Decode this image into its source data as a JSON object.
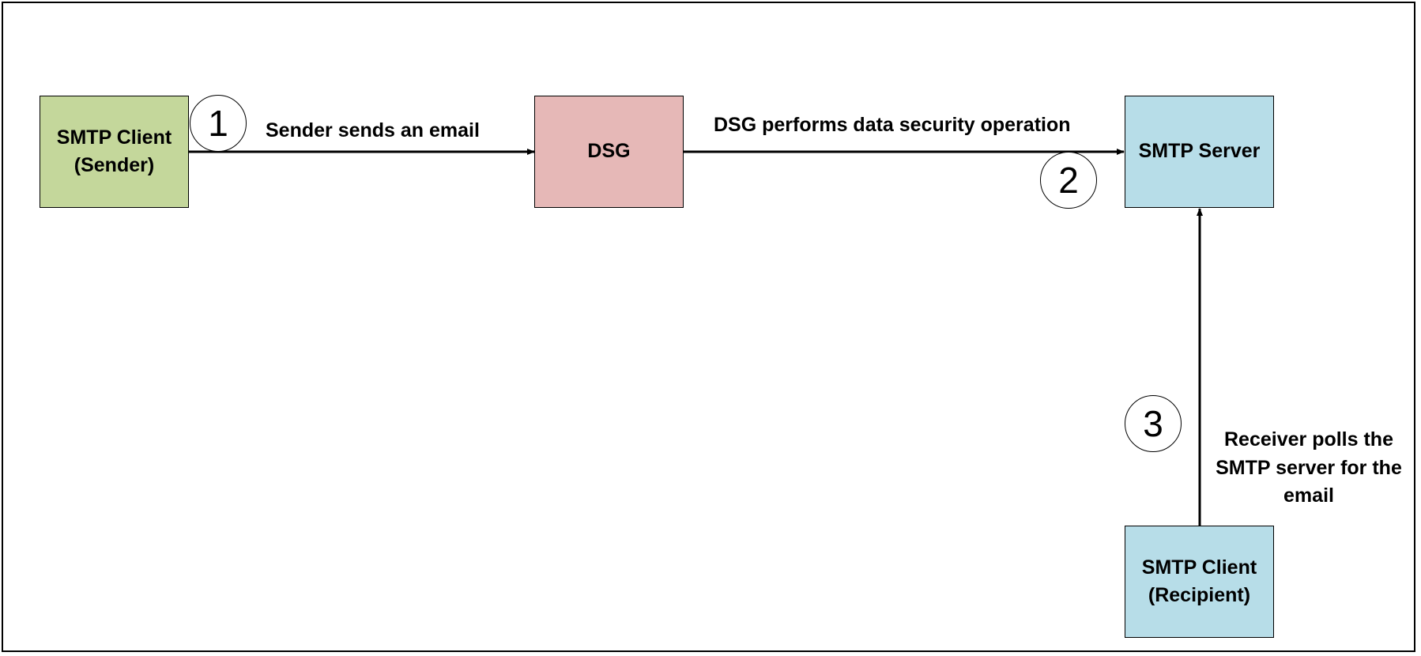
{
  "nodes": {
    "sender": {
      "label": "SMTP Client\n(Sender)",
      "color": "#c4d79b"
    },
    "dsg": {
      "label": "DSG",
      "color": "#e6b8b7"
    },
    "server": {
      "label": "SMTP Server",
      "color": "#b7dde8"
    },
    "recipient": {
      "label": "SMTP Client\n(Recipient)",
      "color": "#b7dde8"
    }
  },
  "edges": {
    "send": {
      "label": "Sender sends an email",
      "step": "1"
    },
    "secure": {
      "label": "DSG performs data security operation",
      "step": "2"
    },
    "poll": {
      "label": "Receiver polls the\nSMTP server for the\nemail",
      "step": "3"
    }
  }
}
